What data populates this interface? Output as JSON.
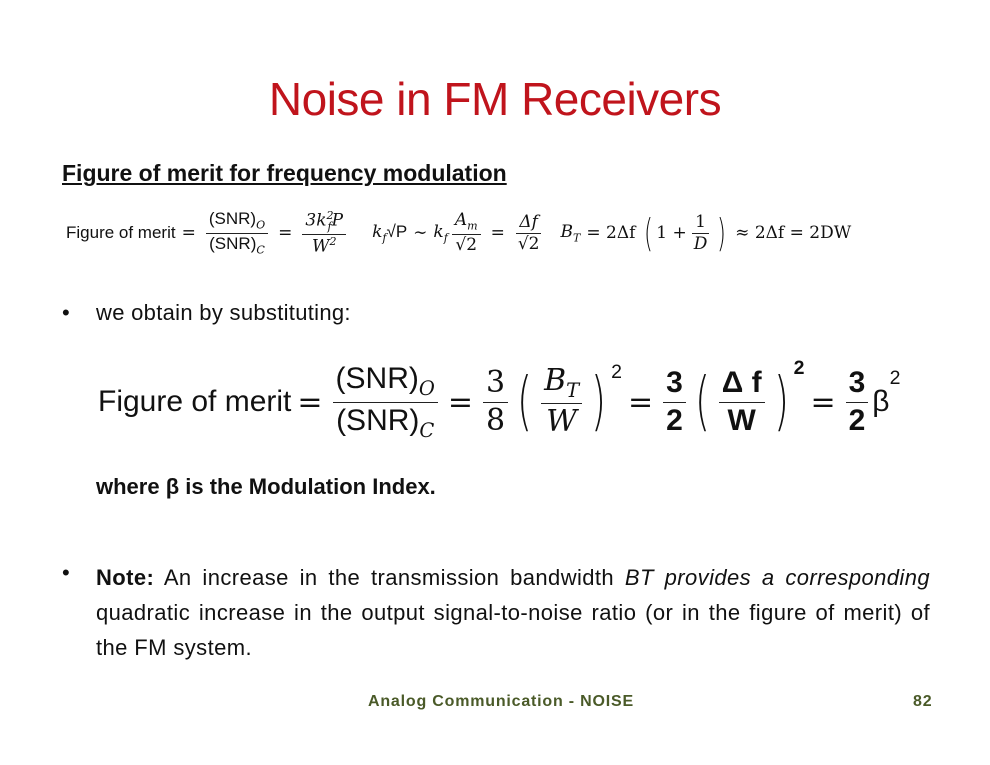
{
  "slide": {
    "title": "Noise in FM Receivers",
    "subheading": "Figure of merit for frequency modulation",
    "formula1": {
      "label": "Figure of merit",
      "eq": "=",
      "snr_o": "(SNR)",
      "sub_o": "O",
      "snr_c": "(SNR)",
      "sub_c": "C",
      "num_3k": "3k",
      "k_sup": "2",
      "k_sub": "f",
      "P": "P",
      "W": "W",
      "W_sup": "2"
    },
    "formula2": {
      "kf": "k",
      "kf_sub": "f",
      "sqrtP": "√P",
      "sim": "∼",
      "Am": "A",
      "Am_sub": "m",
      "sqrt2": "√2",
      "delta_f": "Δf"
    },
    "formula3": {
      "BT": "B",
      "BT_sub": "T",
      "eq": "= 2Δf",
      "one_plus": "1 +",
      "one": "1",
      "D": "D",
      "approx": "≈ 2Δf = 2DW"
    },
    "bullet1": "we obtain by substituting:",
    "main_formula": {
      "label": "Figure of merit",
      "snr_o": "(SNR)",
      "sub_o": "O",
      "snr_c": "(SNR)",
      "sub_c": "C",
      "three": "3",
      "eight": "8",
      "BT": "B",
      "BT_sub": "T",
      "W": "W",
      "sq": "2",
      "two": "2",
      "delta_f": "Δ f",
      "W_bold": "W",
      "beta": "β"
    },
    "where_text": "where β is the Modulation Index.",
    "note": {
      "label": "Note:",
      "text_a": " An increase in the transmission bandwidth ",
      "text_italic": "BT provides a corresponding",
      "text_b": " quadratic increase in the output signal-to-noise ratio (or in the figure of merit) of the FM system."
    },
    "footer": {
      "course": "Analog Communication - NOISE",
      "page_number": "82"
    }
  },
  "colors": {
    "title": "#c0141c",
    "footer": "#4a5a28",
    "text": "#111111"
  }
}
